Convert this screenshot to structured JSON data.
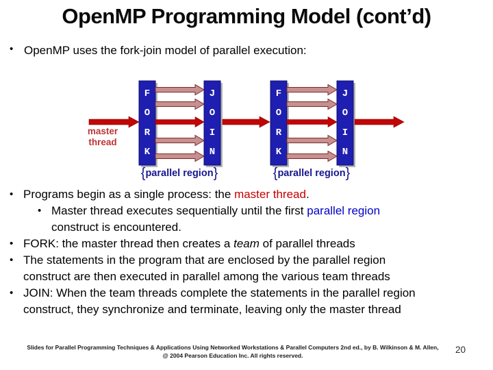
{
  "slide": {
    "title": "OpenMP Programming Model (cont’d)",
    "intro_bullet": "OpenMP uses the fork-join model of parallel execution:",
    "page_number": "20",
    "footer_line1": "Slides for Parallel Programming Techniques & Applications Using Networked Workstations & Parallel Computers 2nd ed., by B. Wilkinson & M. Allen,",
    "footer_line2": "@ 2004 Pearson Education Inc. All rights reserved."
  },
  "diagram": {
    "master_thread_line1": "master",
    "master_thread_line2": "thread",
    "fork_label": "FORK",
    "join_label": "JOIN",
    "parallel_region_label": "parallel region",
    "brace_open": "{",
    "brace_close": "}",
    "colors": {
      "bar_blue": "#1e1eb0",
      "arrow_red": "#c00606",
      "arrow_salmon": "#c79090",
      "arrow_outline": "#7a2a2a",
      "region_label_blue": "#17178f",
      "master_label_red": "#bd3434"
    }
  },
  "bullets": {
    "b0": {
      "seg0": "Programs begin as a single process: the ",
      "seg1": "master thread",
      "seg2": "."
    },
    "b1": {
      "seg0": "Master thread executes sequentially until the first ",
      "seg1": "parallel region",
      "seg2": "construct is encountered."
    },
    "b2": {
      "seg0": "FORK: the master thread then creates a ",
      "seg1": "team",
      "seg2": " of parallel threads"
    },
    "b3": {
      "seg0": "The statements in the program that are enclosed by the parallel region",
      "seg1": "construct are then executed in parallel among the various team threads"
    },
    "b4": {
      "seg0": "JOIN: When the team threads complete the statements in the parallel region",
      "seg1": "construct, they synchronize and terminate, leaving only the master thread"
    }
  }
}
